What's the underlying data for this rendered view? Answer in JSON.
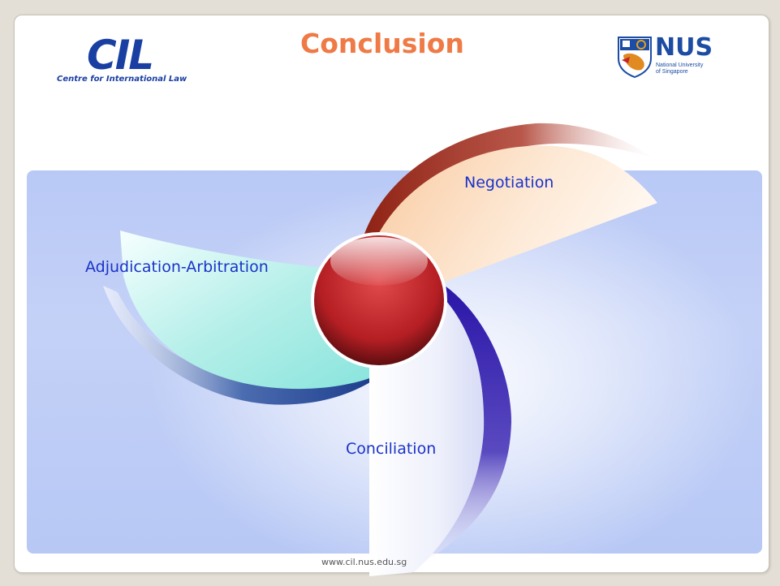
{
  "header": {
    "title": "Conclusion",
    "cil_logo": {
      "mark": "CIL",
      "subtitle": "Centre for International Law"
    },
    "nus_logo": {
      "mark": "NUS",
      "subtitle_line1": "National University",
      "subtitle_line2": "of Singapore"
    }
  },
  "diagram": {
    "blades": [
      {
        "id": "negotiation",
        "label": "Negotiation"
      },
      {
        "id": "adjudication",
        "label": "Adjudication-Arbitration"
      },
      {
        "id": "conciliation",
        "label": "Conciliation"
      }
    ],
    "colors": {
      "negotiation_face": "#fde6cc",
      "negotiation_edge": "#9e2a1c",
      "adjudication_face": "#a8ece6",
      "adjudication_edge": "#1f3f8c",
      "conciliation_face": "#e9ecf8",
      "conciliation_edge": "#3a23b0",
      "hub": "#c5252a"
    }
  },
  "footer": {
    "url": "www.cil.nus.edu.sg"
  }
}
